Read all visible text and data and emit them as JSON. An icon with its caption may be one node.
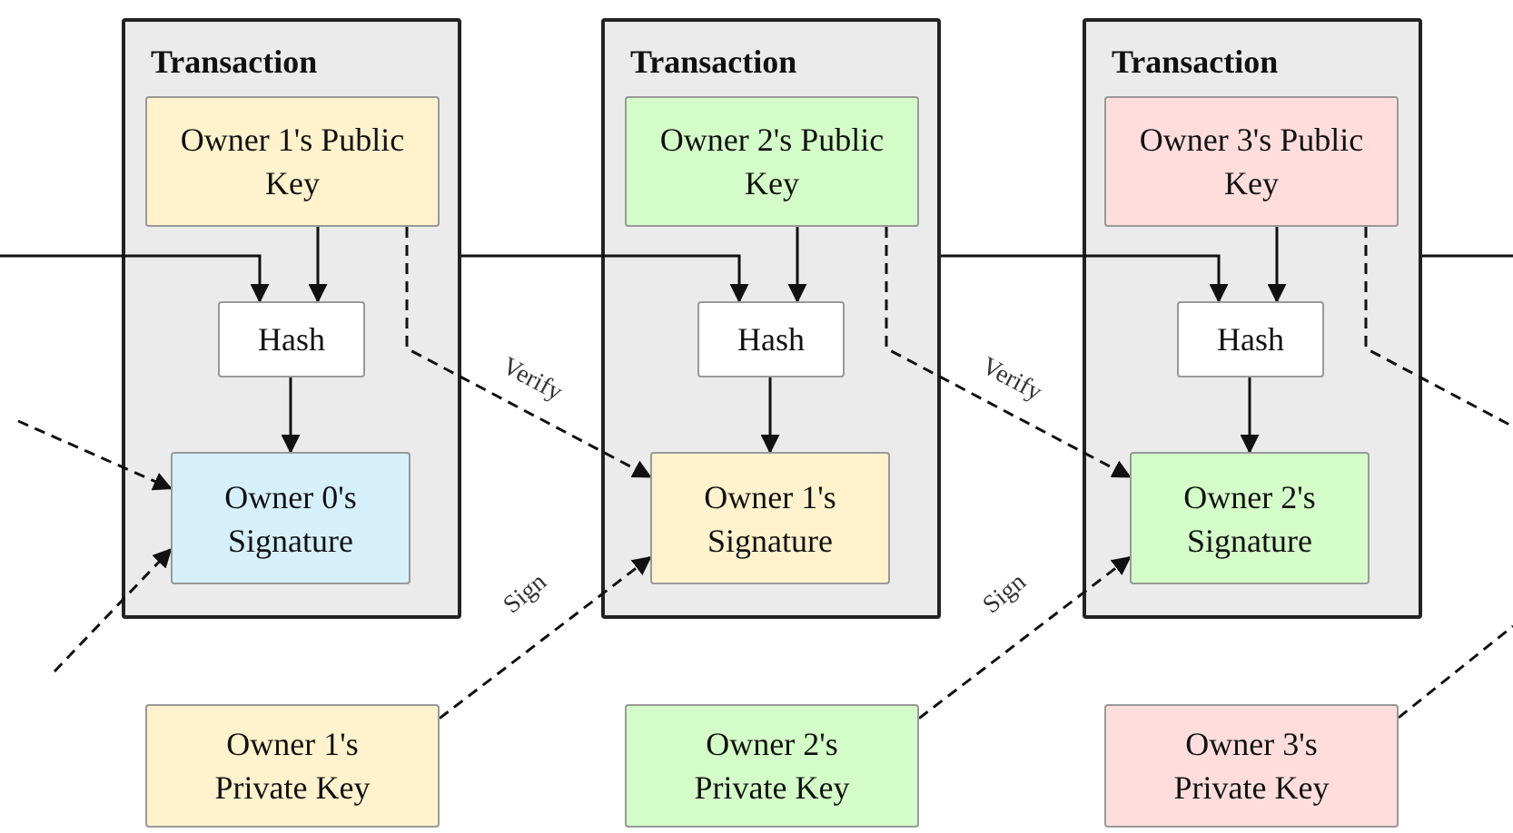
{
  "diagram": {
    "nodes": [
      {
        "text": [
          "Transaction"
        ]
      },
      {
        "text": [
          "Owner 1's Public Key"
        ],
        "in": 0
      },
      {
        "text": [
          "Hash"
        ],
        "in": 0
      },
      {
        "text": [
          "Owner 0's Signature"
        ],
        "in": 0
      },
      {
        "text": [
          "Transaction"
        ]
      },
      {
        "text": [
          "Owner 2's Public Key"
        ],
        "in": 4
      },
      {
        "text": [
          "Hash"
        ],
        "in": 4
      },
      {
        "text": [
          "Owner 1's Signature"
        ],
        "in": 4
      },
      {
        "text": [
          "Transaction"
        ]
      },
      {
        "text": [
          "Owner 3's Public Key"
        ],
        "in": 8
      },
      {
        "text": [
          "Hash"
        ],
        "in": 8
      },
      {
        "text": [
          "Owner 2's Signature"
        ],
        "in": 8
      },
      {
        "text": [
          "Owner 1's Private Key"
        ]
      },
      {
        "text": [
          "Owner 2's Private Key"
        ]
      },
      {
        "text": [
          "Owner 3's Private Key"
        ]
      }
    ],
    "edges": [
      {
        "from": null,
        "to": 2,
        "arrow": "to"
      },
      {
        "from": 1,
        "to": 2,
        "arrow": "to"
      },
      {
        "from": 2,
        "to": 3,
        "arrow": "to"
      },
      {
        "from": null,
        "to": 3,
        "arrow": "to",
        "style": "dashed"
      },
      {
        "from": null,
        "to": 3,
        "arrow": "to",
        "style": "dashed"
      },
      {
        "from": 0,
        "to": 6,
        "arrow": "to"
      },
      {
        "from": 5,
        "to": 6,
        "arrow": "to"
      },
      {
        "from": 6,
        "to": 7,
        "arrow": "to"
      },
      {
        "from": 1,
        "to": 7,
        "arrow": "to",
        "style": "dashed",
        "label": "Verify"
      },
      {
        "from": 12,
        "to": 7,
        "arrow": "to",
        "style": "dashed",
        "label": "Sign"
      },
      {
        "from": 4,
        "to": 10,
        "arrow": "to"
      },
      {
        "from": 9,
        "to": 10,
        "arrow": "to"
      },
      {
        "from": 10,
        "to": 11,
        "arrow": "to"
      },
      {
        "from": 5,
        "to": 11,
        "arrow": "to",
        "style": "dashed",
        "label": "Verify"
      },
      {
        "from": 13,
        "to": 11,
        "arrow": "to",
        "style": "dashed",
        "label": "Sign"
      },
      {
        "from": 8,
        "to": null,
        "arrow": "none"
      },
      {
        "from": 9,
        "to": null,
        "arrow": "none",
        "style": "dashed"
      },
      {
        "from": 14,
        "to": null,
        "arrow": "none",
        "style": "dashed"
      }
    ]
  }
}
